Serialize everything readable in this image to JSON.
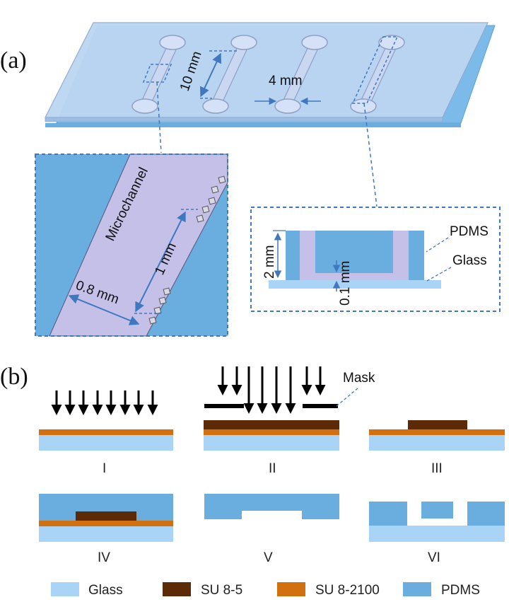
{
  "panels": {
    "a": "(a)",
    "b": "(b)"
  },
  "top_view": {
    "dim_length": "10 mm",
    "dim_width": "4 mm"
  },
  "inset_left": {
    "channel_label": "Microchannel",
    "dim_1": "1 mm",
    "dim_2": "0.8 mm"
  },
  "inset_right": {
    "label_pdms": "PDMS",
    "label_glass": "Glass",
    "dim_height": "2 mm",
    "dim_gap": "0.1 mm"
  },
  "steps": {
    "mask_label": "Mask",
    "labels": [
      "I",
      "II",
      "III",
      "IV",
      "V",
      "VI"
    ]
  },
  "legend": [
    {
      "label": "Glass",
      "color": "#a9d4f5"
    },
    {
      "label": "SU 8-5",
      "color": "#5c2a06"
    },
    {
      "label": "SU 8-2100",
      "color": "#d2700f"
    },
    {
      "label": "PDMS",
      "color": "#6aaee0"
    }
  ],
  "colors": {
    "glass": "#a9d4f5",
    "su85": "#5c2a06",
    "su82100": "#d2700f",
    "pdms": "#6aaee0",
    "channel": "#c4c0e8",
    "dash": "#3f78bf"
  }
}
